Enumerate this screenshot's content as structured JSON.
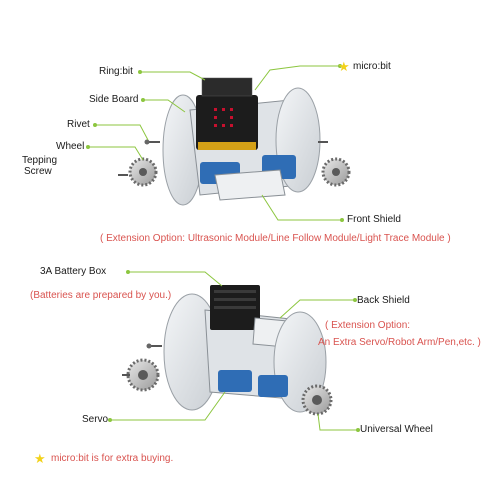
{
  "top_view": {
    "labels": {
      "ring_bit": "Ring:bit",
      "micro_bit": "micro:bit",
      "side_board": "Side Board",
      "rivet": "Rivet",
      "wheel": "Wheel",
      "tepping_screw_1": "Tepping",
      "tepping_screw_2": "Screw",
      "front_shield": "Front Shield",
      "extension_note": "( Extension Option: Ultrasonic Module/Line Follow Module/Light Trace Module )"
    }
  },
  "bottom_view": {
    "labels": {
      "battery_box": "3A Battery Box",
      "batteries_note": "(Batteries are prepared by you.)",
      "back_shield": "Back Shield",
      "extension_option": "( Extension Option:",
      "extension_items": "An Extra Servo/Robot Arm/Pen,etc. )",
      "servo": "Servo",
      "universal_wheel": "Universal Wheel"
    }
  },
  "footnote": "micro:bit is for extra buying.",
  "colors": {
    "leader_line": "#8cc63f",
    "star": "#f2d21b",
    "note_red": "#d9534f",
    "pcb_black": "#1c1c1c",
    "servo_blue": "#2f6db5",
    "acrylic": "#e9ecef"
  }
}
